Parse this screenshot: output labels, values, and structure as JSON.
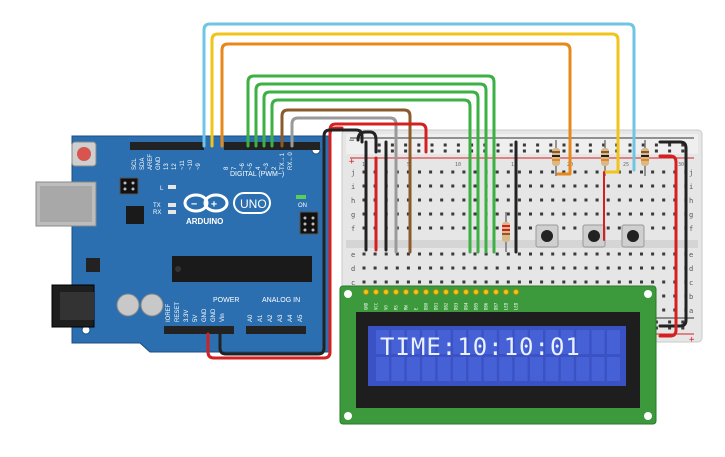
{
  "arduino": {
    "brand": "ARDUINO",
    "model": "UNO",
    "digital_header": "DIGITAL (PWM~)",
    "power_header": "POWER",
    "analog_header": "ANALOG IN",
    "top_pins": [
      "SCL",
      "SDA",
      "AREF",
      "GND",
      "13",
      "12",
      "~11",
      "~10",
      "~9",
      "8",
      "7",
      "~6",
      "~5",
      "4",
      "~3",
      "2",
      "TX→1",
      "RX←0"
    ],
    "power_pins": [
      "IOREF",
      "RESET",
      "3.3V",
      "5V",
      "GND",
      "GND",
      "Vin"
    ],
    "analog_pins": [
      "A0",
      "A1",
      "A2",
      "A3",
      "A4",
      "A5"
    ],
    "tx_label": "TX",
    "rx_label": "RX",
    "on_label": "ON",
    "l_label": "L"
  },
  "breadboard": {
    "row_letters_top": [
      "j",
      "i",
      "h",
      "g",
      "f"
    ],
    "row_letters_bottom": [
      "e",
      "d",
      "c",
      "b",
      "a"
    ],
    "col_numbers": [
      "1",
      "5",
      "10",
      "15",
      "20",
      "25",
      "30"
    ],
    "plus": "+",
    "minus": "−"
  },
  "lcd": {
    "display_text": "TIME:10:10:01",
    "pin_labels": [
      "GND",
      "VCC",
      "V0",
      "RS",
      "RW",
      "E",
      "DB0",
      "DB1",
      "DB2",
      "DB3",
      "DB4",
      "DB5",
      "DB6",
      "DB7",
      "LED",
      "LED"
    ]
  },
  "colors": {
    "board": "#2b6fb0",
    "wire_cyan": "#6ec6e4",
    "wire_yellow": "#f0c419",
    "wire_orange": "#e8881a",
    "wire_green": "#3cb043",
    "wire_brown": "#8b5a2b",
    "wire_gray": "#9a9a9a",
    "wire_red": "#d42020",
    "wire_black": "#222222",
    "lcd_screen": "#3a52c4"
  }
}
